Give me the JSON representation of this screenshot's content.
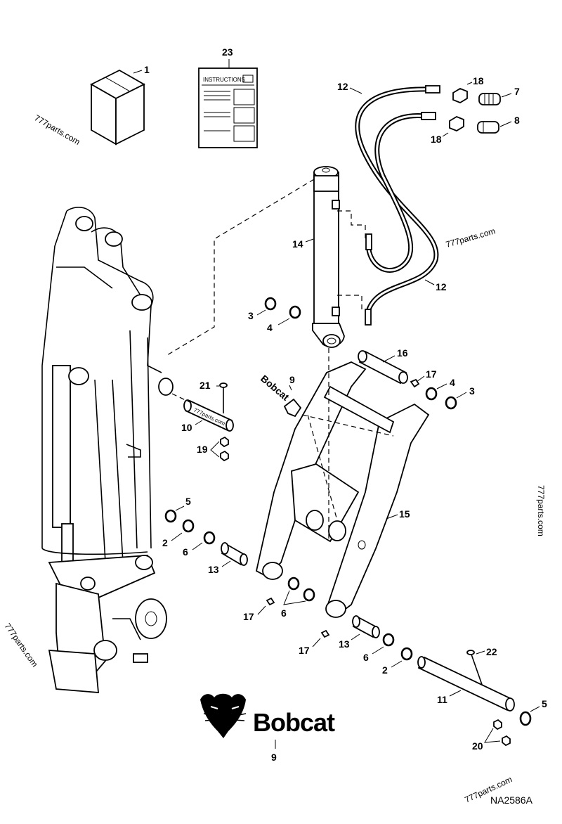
{
  "diagram": {
    "drawing_code": "NA2586A",
    "instructions_label": "INSTRUCTIONS",
    "brand_text": "Bobcat",
    "decal_text": "Bobcat",
    "watermarks": [
      "777parts.com",
      "777parts.com",
      "777parts.com",
      "777parts.com",
      "777parts.com",
      "777parts.com"
    ],
    "callouts": {
      "c1": "1",
      "c23": "23",
      "c12a": "12",
      "c12b": "12",
      "c18a": "18",
      "c18b": "18",
      "c7": "7",
      "c8": "8",
      "c14": "14",
      "c3a": "3",
      "c4a": "4",
      "c16": "16",
      "c17a": "17",
      "c4b": "4",
      "c3b": "3",
      "c21": "21",
      "c9a": "9",
      "c10": "10",
      "c19": "19",
      "c15": "15",
      "c5a": "5",
      "c2a": "2",
      "c6a": "6",
      "c13a": "13",
      "c17b": "17",
      "c6b": "6",
      "c17c": "17",
      "c13b": "13",
      "c6c": "6",
      "c2b": "2",
      "c22": "22",
      "c11": "11",
      "c5b": "5",
      "c20": "20",
      "c9b": "9"
    }
  }
}
